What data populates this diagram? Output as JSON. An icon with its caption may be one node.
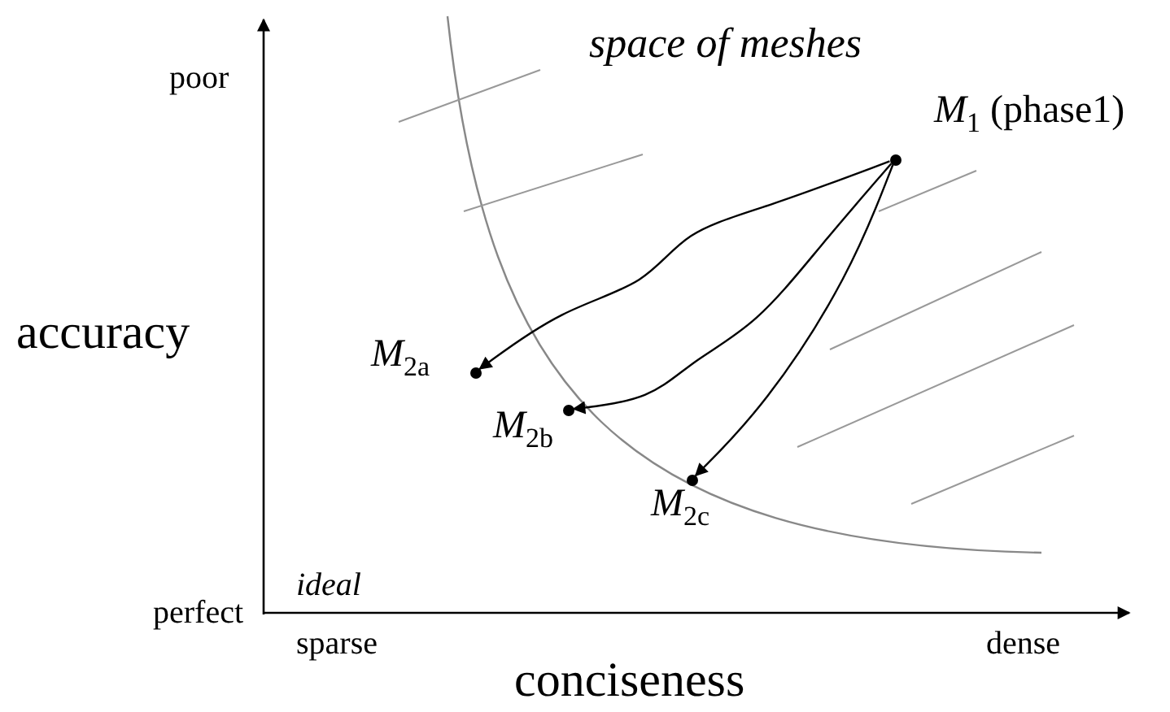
{
  "diagram": {
    "nodes": [
      {
        "text": [],
        "shape": "circle",
        "beside": [
          "*M*$_{1}$ (phase1)"
        ]
      },
      {
        "text": [],
        "shape": "circle",
        "beside": [
          "*M*$_{2a}$"
        ]
      },
      {
        "text": [],
        "shape": "circle",
        "beside": [
          "*M*$_{2b}$"
        ]
      },
      {
        "text": [],
        "shape": "circle",
        "beside": [
          "*M*$_{2c}$"
        ]
      }
    ],
    "edges": [
      {
        "from": 0,
        "to": 1,
        "arrow": "to"
      },
      {
        "from": 0,
        "to": 2,
        "arrow": "to"
      },
      {
        "from": 0,
        "to": 3,
        "arrow": "to"
      }
    ],
    "labels": [
      "space of meshes",
      "poor",
      "accuracy",
      "perfect",
      "ideal",
      "sparse",
      "dense",
      "conciseness"
    ]
  }
}
